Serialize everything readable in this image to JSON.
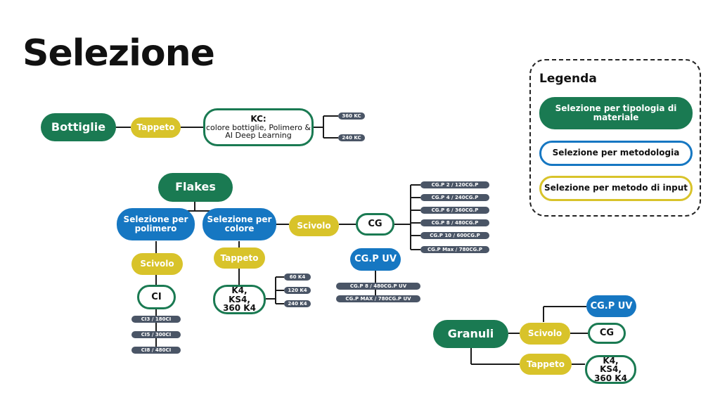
{
  "title": "Selezione",
  "legend": {
    "title": "Legenda",
    "items": [
      "Selezione per tipologia di materiale",
      "Selezione per metodologia",
      "Selezione per metodo di input"
    ]
  },
  "bottiglie": {
    "root": "Bottiglie",
    "input": "Tappeto",
    "machine_title": "KC:",
    "machine_desc": "colore bottiglie, Polimero & AI Deep Learning",
    "outputs": [
      "360 KC",
      "240 KC"
    ]
  },
  "flakes": {
    "root": "Flakes",
    "by_polymer": "Selezione per polimero",
    "by_color": "Selezione per colore",
    "polymer_input": "Scivolo",
    "polymer_machine": "CI",
    "polymer_outputs": [
      "CI3 / 180CI",
      "CI5 / 300CI",
      "CI8 / 480CI"
    ],
    "color_input_chute": "Scivolo",
    "color_input_belt": "Tappeto",
    "cg": "CG",
    "cg_outputs": [
      "CG.P 2 / 120CG.P",
      "CG.P 4 / 240CG.P",
      "CG.P 6 / 360CG.P",
      "CG.P 8 / 480CG.P",
      "CG.P 10 / 600CG.P",
      "CG.P Max / 780CG.P"
    ],
    "cgpuv": "CG.P UV",
    "cgpuv_outputs": [
      "CG.P 8 / 480CG.P UV",
      "CG.P MAX / 780CG.P UV"
    ],
    "k4": "K4, KS4, 360 K4",
    "k4_outputs": [
      "60 K4",
      "120 K4",
      "240 K4"
    ]
  },
  "granuli": {
    "root": "Granuli",
    "chute": "Scivolo",
    "belt": "Tappeto",
    "cgpuv": "CG.P UV",
    "cg": "CG",
    "k4": "K4, KS4, 360 K4"
  }
}
